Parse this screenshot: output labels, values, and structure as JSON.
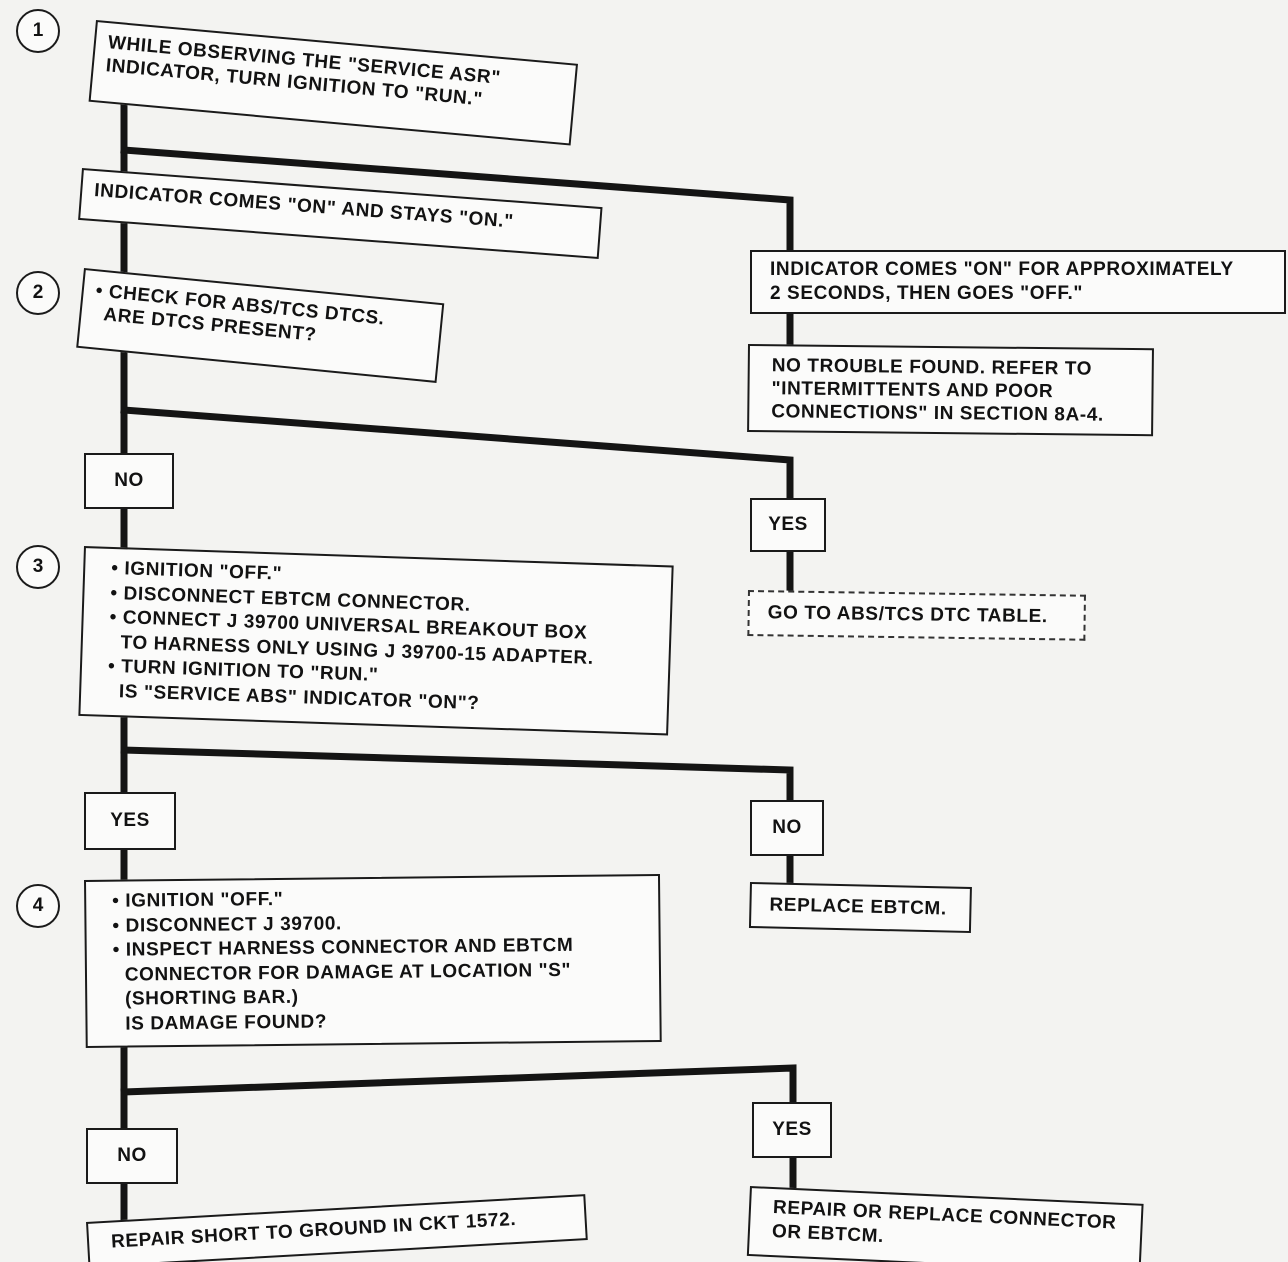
{
  "steps": [
    {
      "number": "1",
      "lines": [
        "WHILE OBSERVING THE \"SERVICE ASR\"",
        "INDICATOR, TURN IGNITION TO \"RUN.\""
      ]
    },
    {
      "number": "2",
      "lines": [
        "• CHECK FOR ABS/TCS DTCs.",
        "ARE DTCs PRESENT?"
      ]
    },
    {
      "number": "3",
      "lines": [
        "• IGNITION \"OFF.\"",
        "• DISCONNECT EBTCM CONNECTOR.",
        "• CONNECT J 39700 UNIVERSAL BREAKOUT BOX",
        "  TO HARNESS ONLY USING J 39700-15 ADAPTER.",
        "• TURN IGNITION TO \"RUN.\"",
        "  IS \"SERVICE ABS\" INDICATOR \"ON\"?"
      ]
    },
    {
      "number": "4",
      "lines": [
        "• IGNITION \"OFF.\"",
        "• DISCONNECT J 39700.",
        "• INSPECT HARNESS CONNECTOR AND EBTCM",
        "  CONNECTOR FOR DAMAGE AT LOCATION \"S\"",
        "  (SHORTING BAR.)",
        "  IS DAMAGE FOUND?"
      ]
    }
  ],
  "outcomes": {
    "stays_on": "INDICATOR COMES \"ON\" AND STAYS \"ON.\"",
    "goes_off": [
      "INDICATOR COMES \"ON\" FOR APPROXIMATELY",
      "2 SECONDS, THEN GOES \"OFF.\""
    ],
    "no_trouble": [
      "NO TROUBLE FOUND. REFER TO",
      "\"INTERMITTENTS AND POOR",
      "CONNECTIONS\" IN SECTION 8A-4."
    ],
    "dtc_table": "GO TO ABS/TCS DTC TABLE.",
    "replace_ebtcm": "REPLACE EBTCM.",
    "repair_short": "REPAIR SHORT TO GROUND IN CKT 1572.",
    "repair_replace": [
      "REPAIR OR REPLACE CONNECTOR",
      "OR EBTCM."
    ]
  },
  "labels": {
    "step2_no": "NO",
    "step2_yes": "YES",
    "step3_yes": "YES",
    "step3_no": "NO",
    "step4_no": "NO",
    "step4_yes": "YES"
  }
}
